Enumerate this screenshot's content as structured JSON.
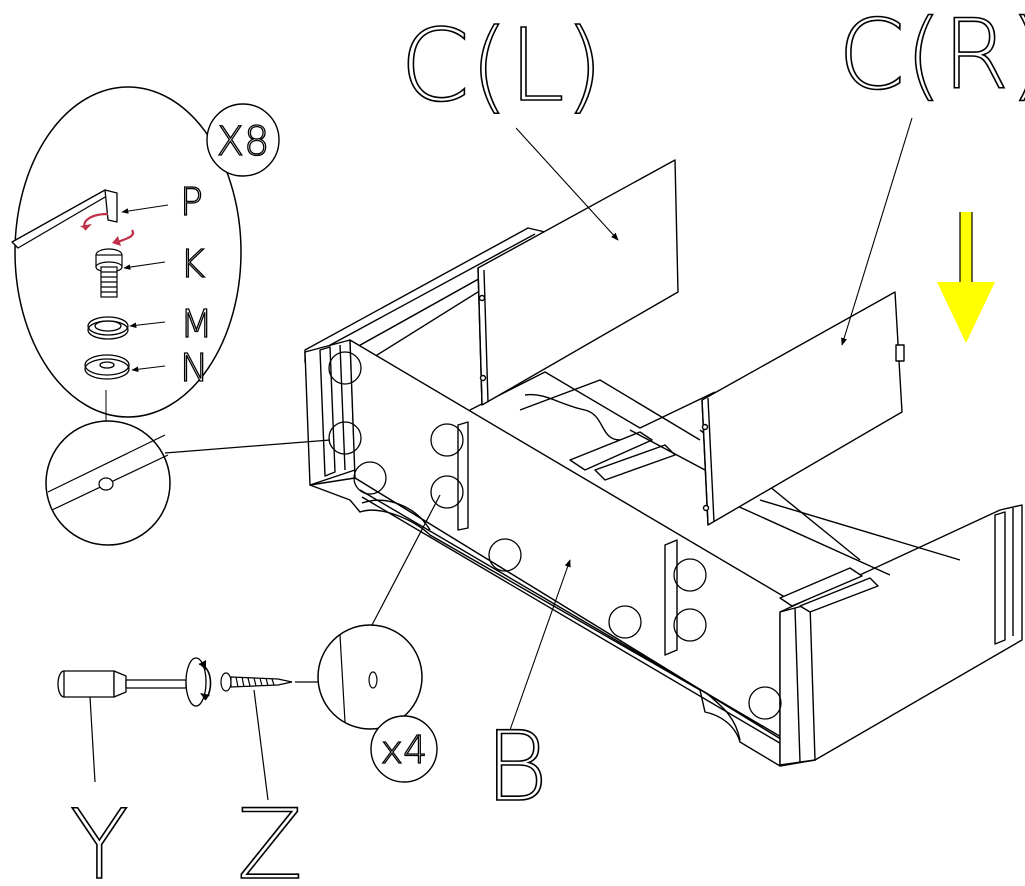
{
  "labels": {
    "panel_left": "C(L)",
    "panel_right": "C(R)",
    "base": "B",
    "hex_key": "P",
    "bolt": "K",
    "lock_washer": "M",
    "flat_washer": "N",
    "dowel": "Y",
    "screw": "Z"
  },
  "quantities": {
    "bolt_set": "X8",
    "screw_set": "x4"
  },
  "colors": {
    "line": "#000000",
    "arrow": "#ffff00",
    "rotation_arrow": "#c0304a"
  },
  "icons": {
    "direction": "down-arrow-icon",
    "hex_key": "hex-key-icon",
    "screwdriver": "screwdriver-icon"
  }
}
